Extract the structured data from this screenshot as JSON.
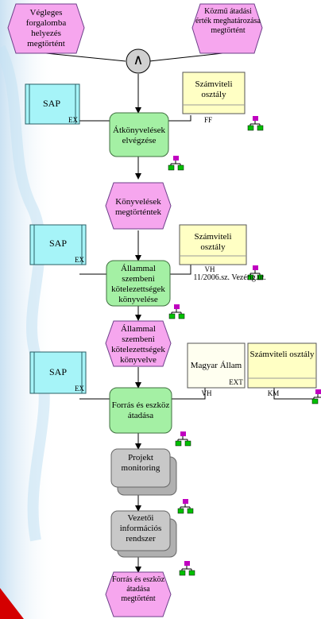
{
  "events": {
    "e1": "Végleges forgalomba helyezés megtörtént",
    "e2": "Közmű átadási érték meghatározása megtörtént",
    "e3": "Könyvelések megtörténtek",
    "e4": "Állammal szembeni kötelezettségek könyvelve",
    "e5": "Forrás és eszköz átadása megtörtént"
  },
  "connector": {
    "and_symbol": "∧"
  },
  "functions": {
    "f1": "Átkönyvelések elvégzése",
    "f2": "Állammal szembeni kötelezettségek könyvelése",
    "f3": "Forrás és eszköz átadása"
  },
  "processes": {
    "p1": "Projekt monitoring",
    "p2": "Vezetői információs rendszer"
  },
  "systems": {
    "sap1": "SAP",
    "sap2": "SAP",
    "sap3": "SAP",
    "sap_code": "EX"
  },
  "org_units": {
    "szamviteli1": "Számviteli osztály",
    "szamviteli2": "Számviteli osztály",
    "szamviteli3": "Számviteli osztály",
    "magyar_allam": "Magyar Állam"
  },
  "edge_labels": {
    "ff": "FF",
    "vh1": "VH",
    "vh2": "VH",
    "km": "KM",
    "ext": "EXT",
    "regulation": "11/2006.sz. Vezérig.ut."
  },
  "colors": {
    "event_fill": "#f6a6ee",
    "event_stroke": "#6d3f8a",
    "function_fill": "#a4f0a4",
    "function_stroke": "#3f6f3f",
    "sap_fill": "#a6f4f8",
    "org_fill": "#ffffc4",
    "magyar_fill": "#fffff0",
    "process_fill": "#c8c8c8"
  }
}
